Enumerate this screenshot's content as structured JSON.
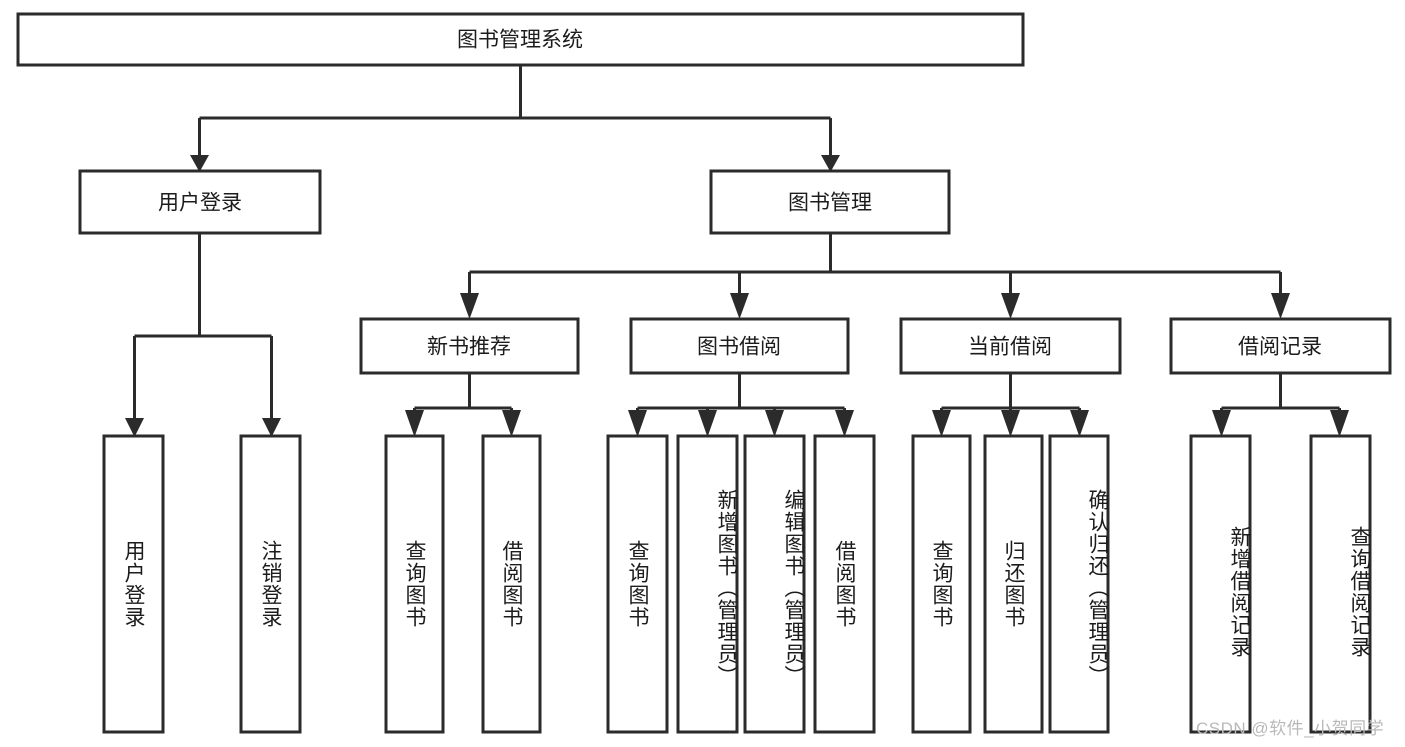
{
  "diagram": {
    "title": "图书管理系统",
    "type": "tree-hierarchy-diagram",
    "colors": {
      "stroke": "#2b2b2b",
      "fill": "#ffffff",
      "text": "#1c1c1c",
      "watermark": "#b9b9b9",
      "background": "#ffffff"
    },
    "root": {
      "label": "图书管理系统"
    },
    "level2": [
      {
        "label": "用户登录"
      },
      {
        "label": "图书管理"
      }
    ],
    "level3": [
      {
        "label": "新书推荐"
      },
      {
        "label": "图书借阅"
      },
      {
        "label": "当前借阅"
      },
      {
        "label": "借阅记录"
      }
    ],
    "leaves": {
      "user_login": [
        {
          "label": "用户登录"
        },
        {
          "label": "注销登录"
        }
      ],
      "new_book_recommend": [
        {
          "label": "查询图书"
        },
        {
          "label": "借阅图书"
        }
      ],
      "book_borrow": [
        {
          "label": "查询图书"
        },
        {
          "label": "新增图书（管理员）"
        },
        {
          "label": "编辑图书（管理员）"
        },
        {
          "label": "借阅图书"
        }
      ],
      "current_borrow": [
        {
          "label": "查询图书"
        },
        {
          "label": "归还图书"
        },
        {
          "label": "确认归还（管理员）"
        }
      ],
      "borrow_record": [
        {
          "label": "新增借阅记录"
        },
        {
          "label": "查询借阅记录"
        }
      ]
    }
  },
  "watermark": {
    "text": "CSDN @软件_小贺同学"
  }
}
